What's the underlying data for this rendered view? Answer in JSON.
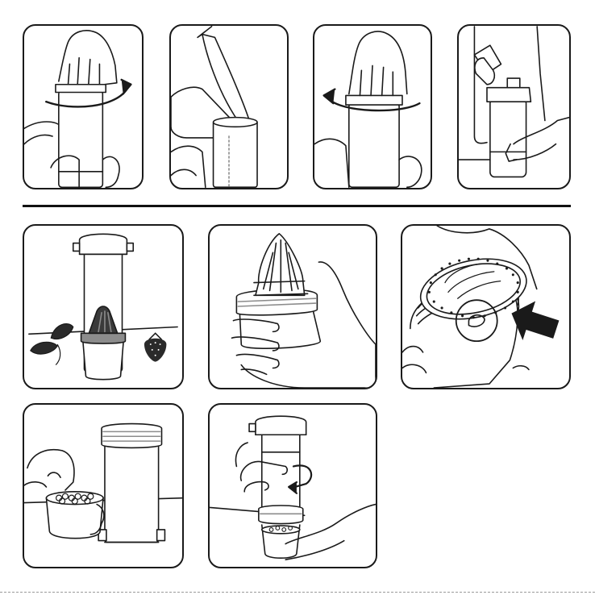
{
  "figure": {
    "kind": "instruction-illustrations",
    "colors": {
      "line": "#1a1a1a",
      "fill": "#ffffff",
      "shade": "#8c8c8c",
      "dark": "#3a3a3a"
    },
    "steps_top": [
      {
        "id": "step-1",
        "action": "twist-lid-clockwise",
        "icon": "rotate-clockwise-arrow"
      },
      {
        "id": "step-2",
        "action": "pour-into-bottle",
        "icon": "pitcher"
      },
      {
        "id": "step-3",
        "action": "twist-lid-counterclockwise",
        "icon": "rotate-counterclockwise-arrow"
      },
      {
        "id": "step-4",
        "action": "open-flip-cap",
        "icon": "flip-cap"
      }
    ],
    "steps_bottom": [
      {
        "id": "overview",
        "action": "bottle-with-juicer",
        "icons": [
          "tea-leaf-icon",
          "juicer-cone-icon",
          "strawberry-icon"
        ]
      },
      {
        "id": "juicer",
        "action": "hold-juicer-cone",
        "icon": "juicer-cone"
      },
      {
        "id": "detail",
        "action": "check-infuser-holes",
        "icon": "pointer-arrow-icon"
      },
      {
        "id": "fill",
        "action": "fill-infuser-cup",
        "icon": "infuser-cup"
      },
      {
        "id": "attach",
        "action": "attach-infuser-clockwise",
        "icon": "rotate-arrow"
      }
    ]
  }
}
